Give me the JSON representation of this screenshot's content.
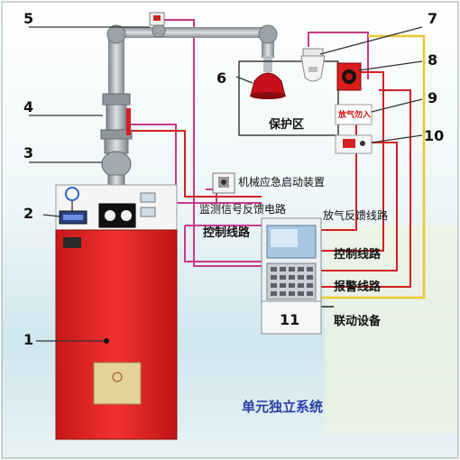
{
  "callouts": [
    "5",
    "7",
    "8",
    "4",
    "6",
    "9",
    "10",
    "3",
    "2",
    "1",
    "11"
  ],
  "labels": {
    "protection_zone": "保护区",
    "manual_start_device": "机械应急启动装置",
    "monitor_feedback": "监测信号反馈电路",
    "control_line_left": "控制线路",
    "release_feedback": "放气反馈线路",
    "control_line_right": "控制线路",
    "alarm_line": "报警线路",
    "linkage_device": "联动设备",
    "release_sign": "放气勿入",
    "system_title": "单元独立系统"
  },
  "colors": {
    "cabinet_red": "#e82323",
    "wire_red": "#d42020",
    "wire_pink": "#c8388a",
    "wire_yellow": "#e8c830",
    "pipe_gray": "#a9b0b6",
    "title_blue": "#2b3fa8"
  }
}
